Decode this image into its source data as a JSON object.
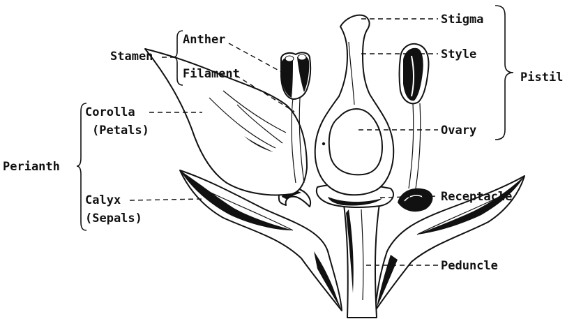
{
  "labels": {
    "stigma": "Stigma",
    "style": "Style",
    "pistil": "Pistil",
    "ovary": "Ovary",
    "receptacle": "Receptacle",
    "peduncle": "Peduncle",
    "anther": "Anther",
    "stamen": "Stamen",
    "filament": "Filament",
    "corolla": "Corolla",
    "petals": "(Petals)",
    "perianth": "Perianth",
    "calyx": "Calyx",
    "sepals": "(Sepals)"
  }
}
